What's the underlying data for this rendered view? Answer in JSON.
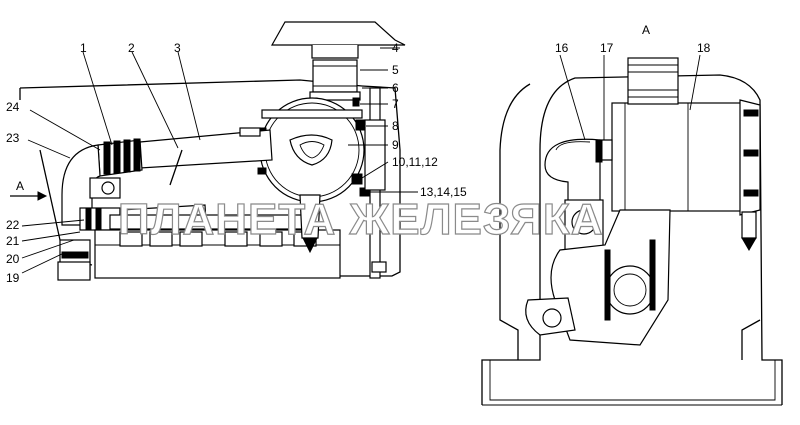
{
  "view_left": {
    "view_marker": "A",
    "callouts": [
      "1",
      "2",
      "3",
      "4",
      "5",
      "6",
      "7",
      "8",
      "9",
      "10,11,12",
      "13,14,15",
      "19",
      "20",
      "21",
      "22",
      "23",
      "24"
    ]
  },
  "view_right": {
    "title": "A",
    "callouts": [
      "16",
      "17",
      "18"
    ]
  },
  "watermark": "ПЛАНЕТА ЖЕЛЕЗЯКА"
}
